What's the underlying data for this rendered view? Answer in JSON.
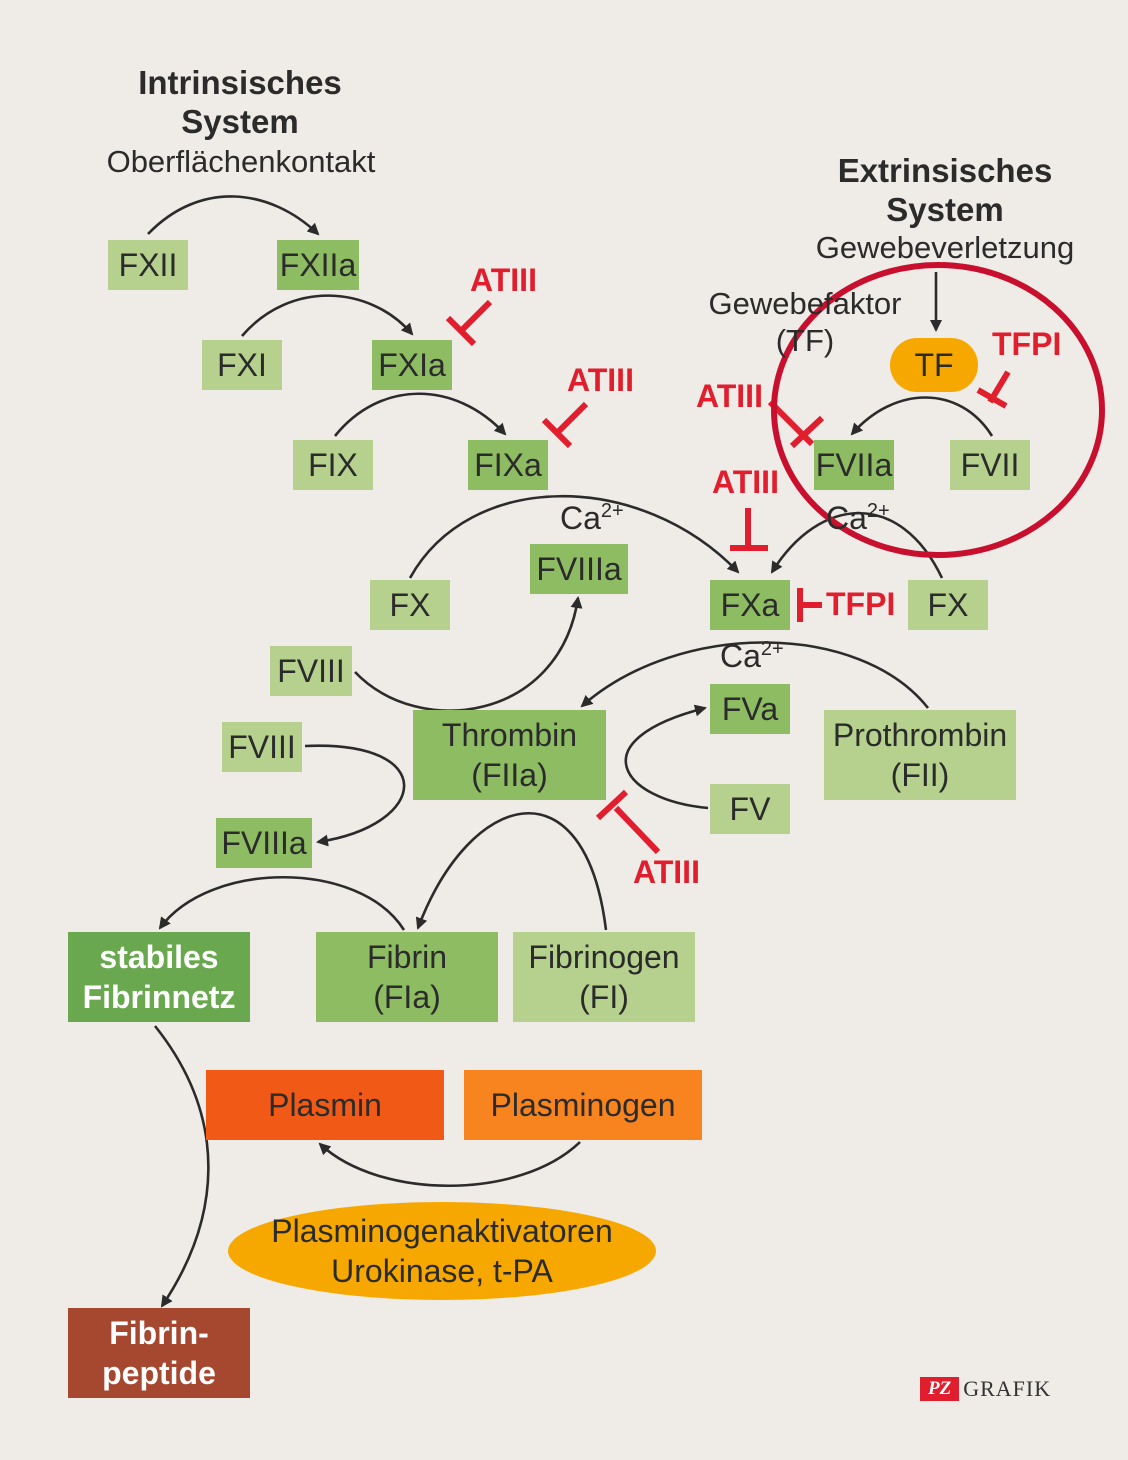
{
  "colors": {
    "background": "#efebe7",
    "light_green": "#b5d18d",
    "mid_green": "#8dbc62",
    "dark_green": "#6aa84f",
    "plasmin": "#f05a16",
    "plasminogen": "#f7841f",
    "activator_oval": "#f7a800",
    "tf_oval": "#f7a800",
    "fibrinpeptide": "#a6472f",
    "inhibitor_red": "#e01e2d",
    "circle_red": "#c8102e",
    "arrow": "#2b2b2b"
  },
  "intrinsic": {
    "title": "Intrinsisches\nSystem",
    "subtitle": "Oberflächenkontakt"
  },
  "extrinsic": {
    "title": "Extrinsisches\nSystem",
    "subtitle": "Gewebeverletzung",
    "tissue_factor": "Gewebefaktor\n(TF)"
  },
  "factors": {
    "fxii": "FXII",
    "fxiia": "FXIIa",
    "fxi": "FXI",
    "fxia": "FXIa",
    "fix": "FIX",
    "fixa": "FIXa",
    "fviia": "FVIIa",
    "fvii": "FVII",
    "fviiia_top": "FVIIIa",
    "fx_left": "FX",
    "fxa": "FXa",
    "fx_right": "FX",
    "fviii_1": "FVIII",
    "fva": "FVa",
    "thrombin": "Thrombin\n(FIIa)",
    "prothrombin": "Prothrombin\n(FII)",
    "fviii_2": "FVIII",
    "fv": "FV",
    "fviiia_bottom": "FVIIIa",
    "stable_net": "stabiles\nFibrinnetz",
    "fibrin": "Fibrin\n(FIa)",
    "fibrinogen": "Fibrinogen\n(FI)",
    "plasmin": "Plasmin",
    "plasminogen": "Plasminogen",
    "activators": "Plasminogenaktivatoren\nUrokinase, t-PA",
    "fibrinpeptide": "Fibrin-\npeptide",
    "tf": "TF"
  },
  "inhibitors": {
    "atiii_1": "ATIII",
    "atiii_2": "ATIII",
    "atiii_3": "ATIII",
    "atiii_4": "ATIII",
    "atiii_5": "ATIII",
    "tfpi_1": "TFPI",
    "tfpi_2": "TFPI"
  },
  "calcium": {
    "base": "Ca",
    "sup": "2+"
  },
  "logo": {
    "mark": "PZ",
    "text": "GRAFIK"
  }
}
